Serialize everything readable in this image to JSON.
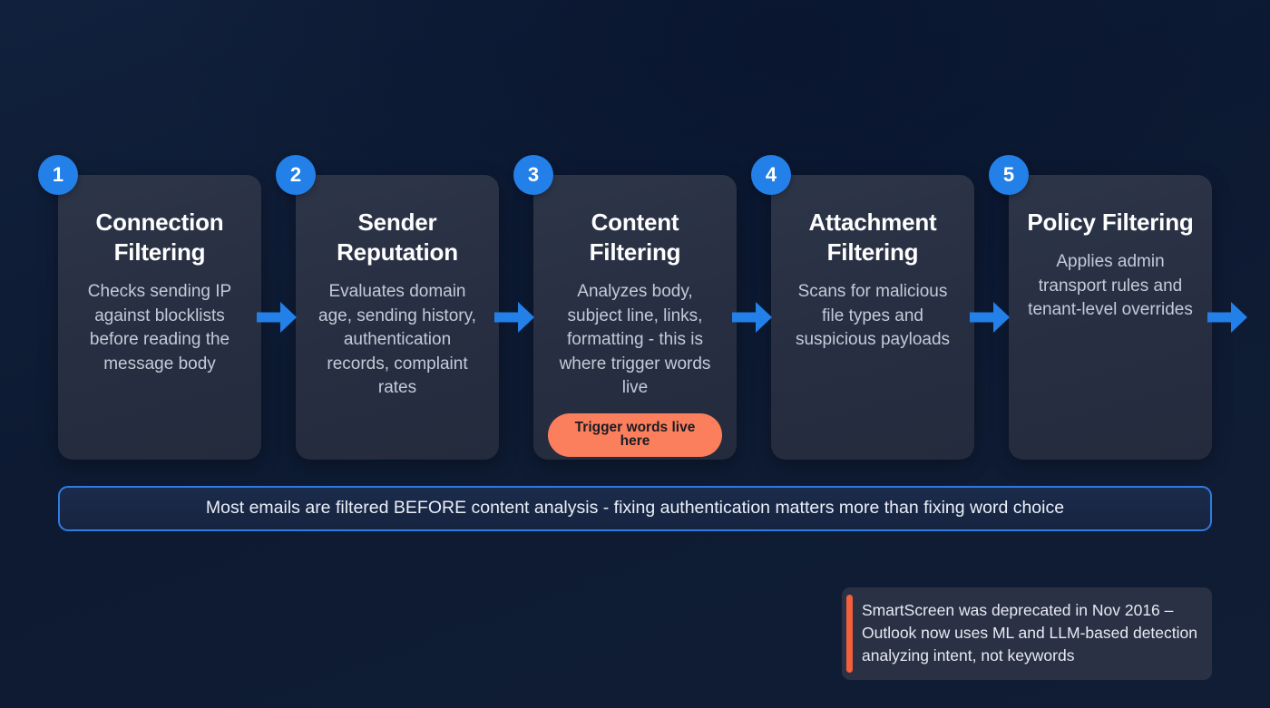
{
  "diagram": {
    "steps": [
      {
        "number": "1",
        "title": "Connection Filtering",
        "description": "Checks sending IP against blocklists before reading the message body",
        "badge": null
      },
      {
        "number": "2",
        "title": "Sender Reputation",
        "description": "Evaluates domain age, sending history, authentication records, complaint rates",
        "badge": null
      },
      {
        "number": "3",
        "title": "Content Filtering",
        "description": "Analyzes body, subject line, links, formatting - this is where trigger words live",
        "badge": "Trigger words live here"
      },
      {
        "number": "4",
        "title": "Attachment Filtering",
        "description": "Scans for malicious file types and suspicious payloads",
        "badge": null
      },
      {
        "number": "5",
        "title": "Policy Filtering",
        "description": "Applies admin transport rules and tenant-level overrides",
        "badge": null
      }
    ],
    "summary_banner": "Most emails are filtered BEFORE content analysis - fixing authentication matters more than fixing word choice",
    "footnote": "SmartScreen was deprecated in Nov 2016 – Outlook now uses ML and LLM-based detection analyzing intent, not keywords",
    "icons": {
      "arrow": "arrow-right-icon"
    },
    "colors": {
      "background_dark": "#0d1a32",
      "background_deep": "#0a1630",
      "card_surface": "#2d3548",
      "step_number_blue": "#2280e8",
      "arrow_blue": "#2280e8",
      "badge_coral": "#fb7f5c",
      "banner_border_blue": "#2f7ce0",
      "banner_fill": "#1b2b4b",
      "footnote_surface": "#2a3145",
      "footnote_accent": "#f4603c",
      "title_text": "#ffffff",
      "body_text": "#c3cad8"
    }
  }
}
